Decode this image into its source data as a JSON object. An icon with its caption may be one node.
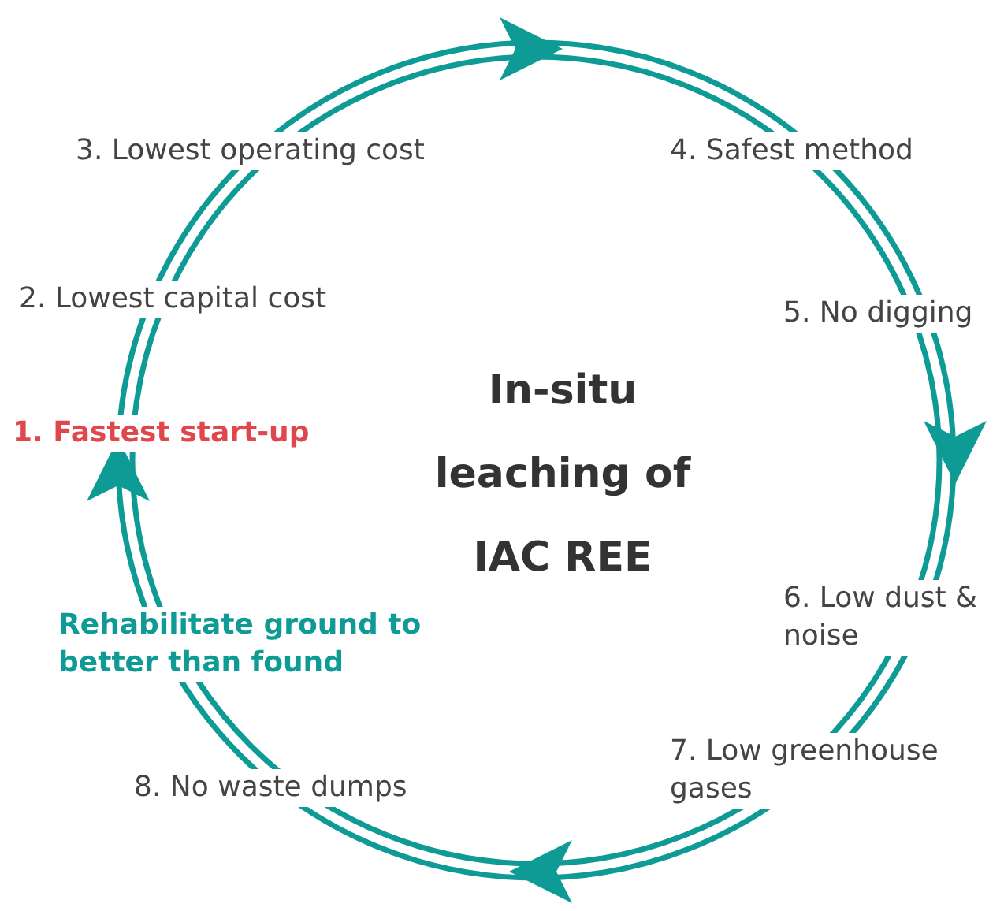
{
  "diagram": {
    "labels": [
      "3. Lowest operating cost",
      "4. Safest method",
      "2. Lowest capital cost",
      "5. No digging",
      "In-situ leaching of IAC REE",
      "1. Fastest start-up",
      "6. Low dust & noise",
      "Rehabilitate ground to better than found",
      "7. Low greenhouse gases",
      "8. No waste dumps"
    ]
  }
}
